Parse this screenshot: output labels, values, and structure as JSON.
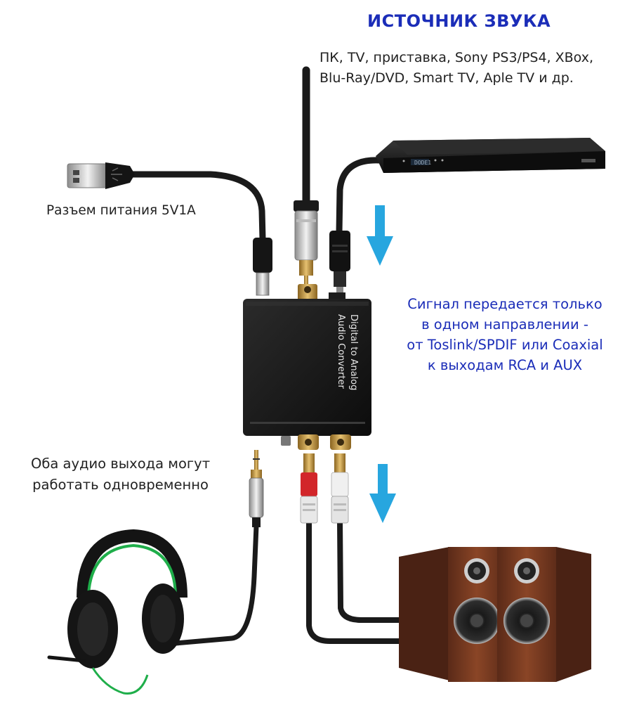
{
  "title": "ИСТОЧНИК ЗВУКА",
  "sources_lines": [
    "ПК, TV, приставка, Sony PS3/PS4, XBox,",
    "Blu-Ray/DVD, Smart TV, Aple TV и др."
  ],
  "power_label": "Разъем питания 5V1A",
  "signal_note_lines": [
    "Сигнал передается только",
    "в одном направлении -",
    "от Toslink/SPDIF или Coaxial",
    "к выходам RCA и AUX"
  ],
  "outputs_note_lines": [
    "Оба аудио выхода могут",
    "работать одновременно"
  ],
  "converter_label_lines": [
    "Digital to Analog",
    "Audio Converter"
  ],
  "player_display": "DODE1",
  "colors": {
    "title_blue": "#1b2db8",
    "arrow_blue": "#27a6df",
    "converter_body": "#141414",
    "gold_jack": "#c99a3c",
    "speaker_wood": "#7a3a22",
    "headphone_green": "#1fae4a"
  }
}
